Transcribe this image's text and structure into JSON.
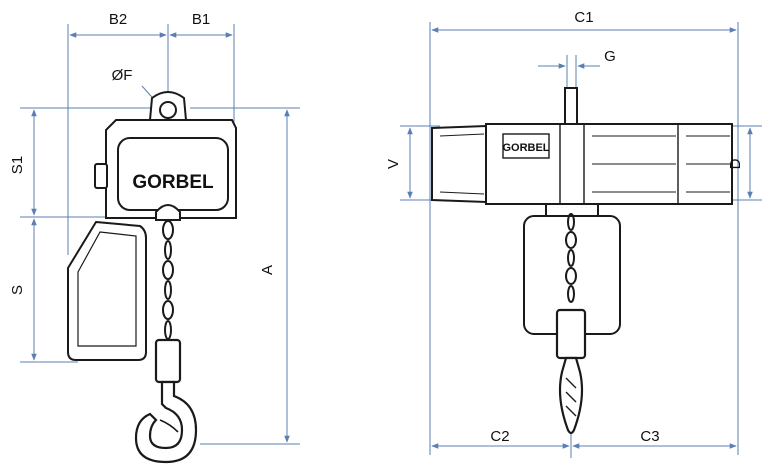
{
  "figure": {
    "brand": "GORBEL",
    "colors": {
      "dimension_line": "#5b7fb3",
      "outline": "#1a1a1a",
      "body_fill": "#ffffff"
    }
  },
  "dimensions": {
    "side_view": {
      "b2": "B2",
      "b1": "B1",
      "f": "ØF",
      "s1": "S1",
      "s": "S",
      "a": "A"
    },
    "front_view": {
      "c1": "C1",
      "g": "G",
      "v": "V",
      "d": "D",
      "c2": "C2",
      "c3": "C3"
    }
  }
}
